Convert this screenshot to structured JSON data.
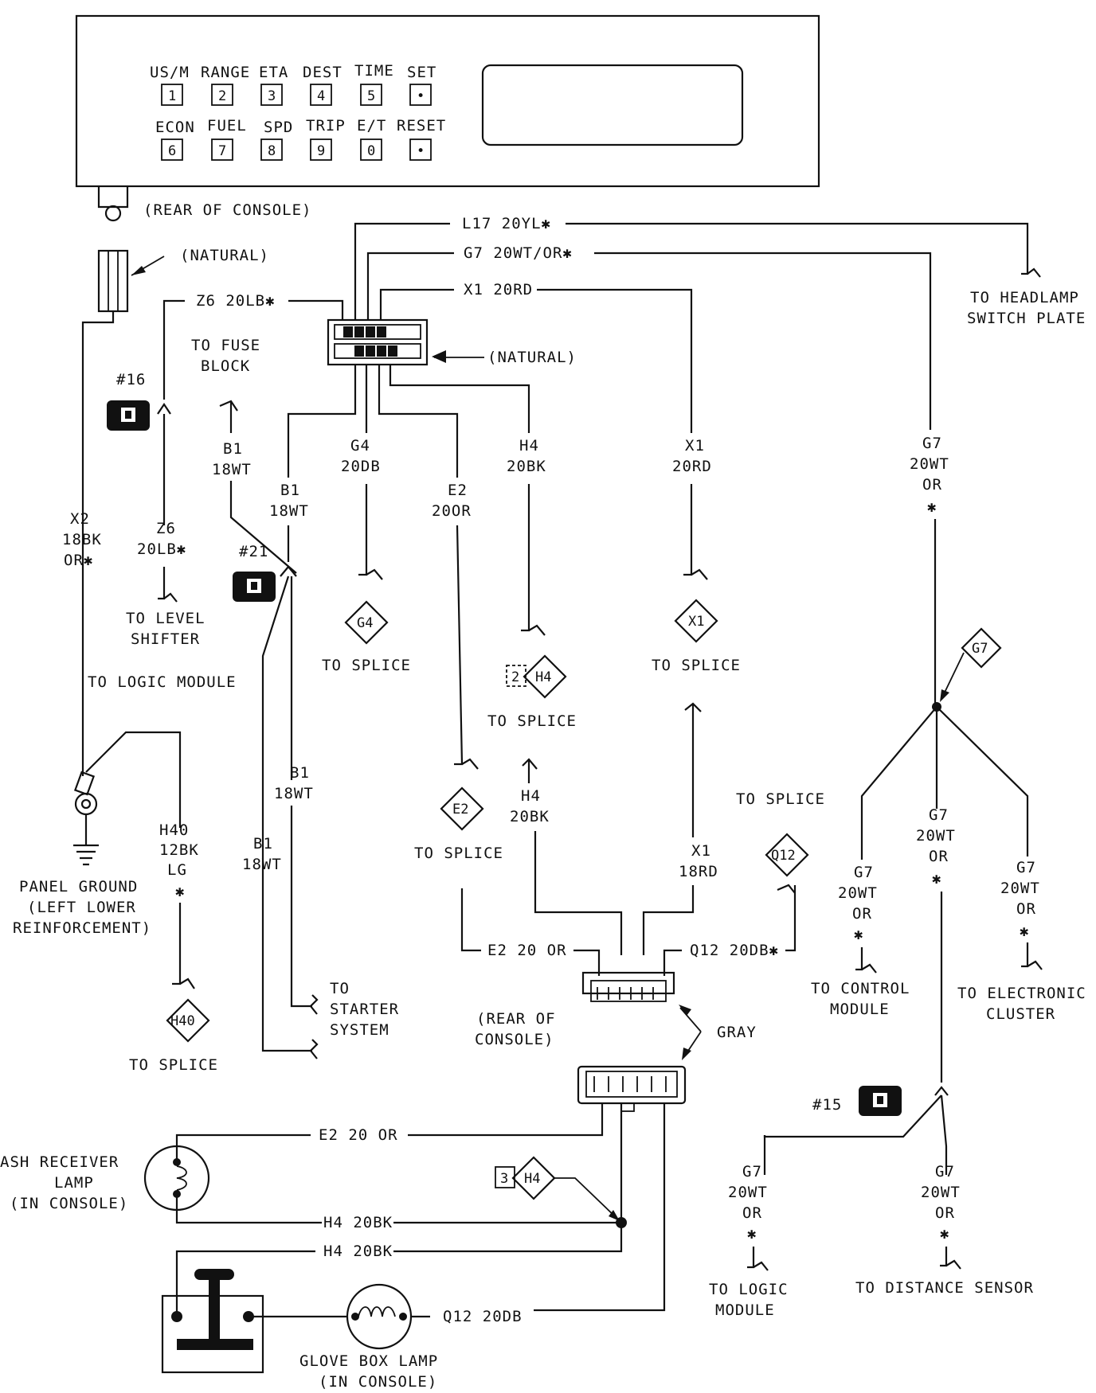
{
  "console": {
    "keys_row1": [
      "US/M",
      "RANGE",
      "ETA",
      "DEST",
      "TIME",
      "SET"
    ],
    "keys_row1_glyphs": [
      "1",
      "2",
      "3",
      "4",
      "5",
      "•"
    ],
    "keys_row2": [
      "ECON",
      "FUEL",
      "SPD",
      "TRIP",
      "E/T",
      "RESET"
    ],
    "keys_row2_glyphs": [
      "6",
      "7",
      "8",
      "9",
      "0",
      "•"
    ],
    "rear_label": "(REAR OF CONSOLE)"
  },
  "labels": {
    "natural_top": "(NATURAL)",
    "natural_mid": "(NATURAL)",
    "l17": "L17 20YL✱",
    "g7_top": "G7 20WT/OR✱",
    "x1_top": "X1 20RD",
    "z6_top": "Z6 20LB✱",
    "to_headlamp_1": "TO HEADLAMP",
    "to_headlamp_2": "SWITCH PLATE",
    "to_fuse_1": "TO FUSE",
    "to_fuse_2": "BLOCK",
    "n16": "#16",
    "n21": "#21",
    "n15": "#15",
    "b1_a1": "B1",
    "b1_a2": "18WT",
    "b1_b1": "B1",
    "b1_b2": "18WT",
    "b1_c1": "B1",
    "b1_c2": "18WT",
    "b1_d1": "B1",
    "b1_d2": "18WT",
    "g4_1": "G4",
    "g4_2": "20DB",
    "h4_1": "H4",
    "h4_2": "20BK",
    "x1_1": "X1",
    "x1_2": "20RD",
    "e2_1": "E2",
    "e2_2": "20OR",
    "g7_r1": "G7",
    "g7_r2": "20WT",
    "g7_r3": "OR",
    "x2_1": "X2",
    "x2_2": "18BK",
    "x2_3": "OR✱",
    "z6_1": "Z6",
    "z6_2": "20LB✱",
    "to_level_1": "TO LEVEL",
    "to_level_2": "SHIFTER",
    "to_logic": "TO LOGIC MODULE",
    "g4_diamond": "G4",
    "to_splice_g4": "TO SPLICE",
    "x1_diamond": "X1",
    "to_splice_x1": "TO SPLICE",
    "h4_box": "2",
    "h4_diamond": "H4",
    "to_splice_h4": "TO SPLICE",
    "g7_diamond": "G7",
    "panel_ground_1": "PANEL GROUND",
    "panel_ground_2": "(LEFT LOWER",
    "panel_ground_3": "REINFORCEMENT)",
    "h40_1": "H40",
    "h40_2": "12BK",
    "h40_3": "LG",
    "h40_diamond": "H40",
    "to_splice_h40": "TO SPLICE",
    "to_starter_1": "TO",
    "to_starter_2": "STARTER",
    "to_starter_3": "SYSTEM",
    "e2_diamond": "E2",
    "to_splice_e2": "TO SPLICE",
    "h4_b1": "H4",
    "h4_b2": "20BK",
    "x1_b1": "X1",
    "x1_b2": "18RD",
    "to_splice_q12": "TO SPLICE",
    "q12_diamond": "Q12",
    "e2_20or": "E2 20 OR",
    "q12_20db": "Q12 20DB✱",
    "rear_console_1": "(REAR OF",
    "rear_console_2": "CONSOLE)",
    "gray": "GRAY",
    "g7_c1": "G7",
    "g7_c2": "20WT",
    "g7_c3": "OR",
    "g7_m1": "G7",
    "g7_m2": "20WT",
    "g7_m3": "OR",
    "g7_e1": "G7",
    "g7_e2": "20WT",
    "g7_e3": "OR",
    "to_control_1": "TO CONTROL",
    "to_control_2": "MODULE",
    "to_elec_1": "TO ELECTRONIC",
    "to_elec_2": "CLUSTER",
    "e2_bottom": "E2 20 OR",
    "ash_1": "ASH RECEIVER",
    "ash_2": "LAMP",
    "ash_3": "(IN CONSOLE)",
    "h4_box3": "3",
    "h4_diamond3": "H4",
    "h4_20bk_1": "H4 20BK",
    "h4_20bk_2": "H4 20BK",
    "q12_bottom": "Q12 20DB",
    "glove_1": "GLOVE BOX LAMP",
    "glove_2": "(IN CONSOLE)",
    "g7_l1": "G7",
    "g7_l2": "20WT",
    "g7_l3": "OR",
    "g7_d1": "G7",
    "g7_d2": "20WT",
    "g7_d3": "OR",
    "to_logic_b1": "TO LOGIC",
    "to_logic_b2": "MODULE",
    "to_distance": "TO DISTANCE SENSOR"
  }
}
